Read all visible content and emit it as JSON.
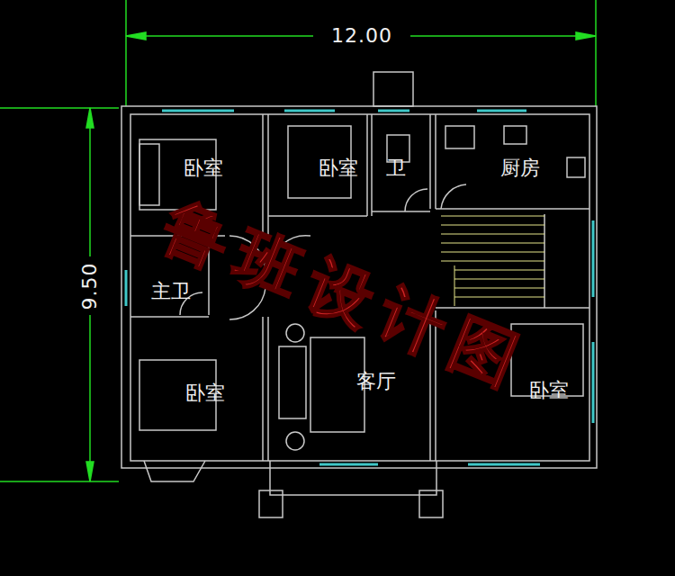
{
  "diagram": {
    "labels": [
      "12.00",
      "9.50",
      "卧室",
      "卧室",
      "卫",
      "厨房",
      "主卫",
      "卧室",
      "客厅",
      "卧室",
      "鲁班设计图"
    ]
  }
}
